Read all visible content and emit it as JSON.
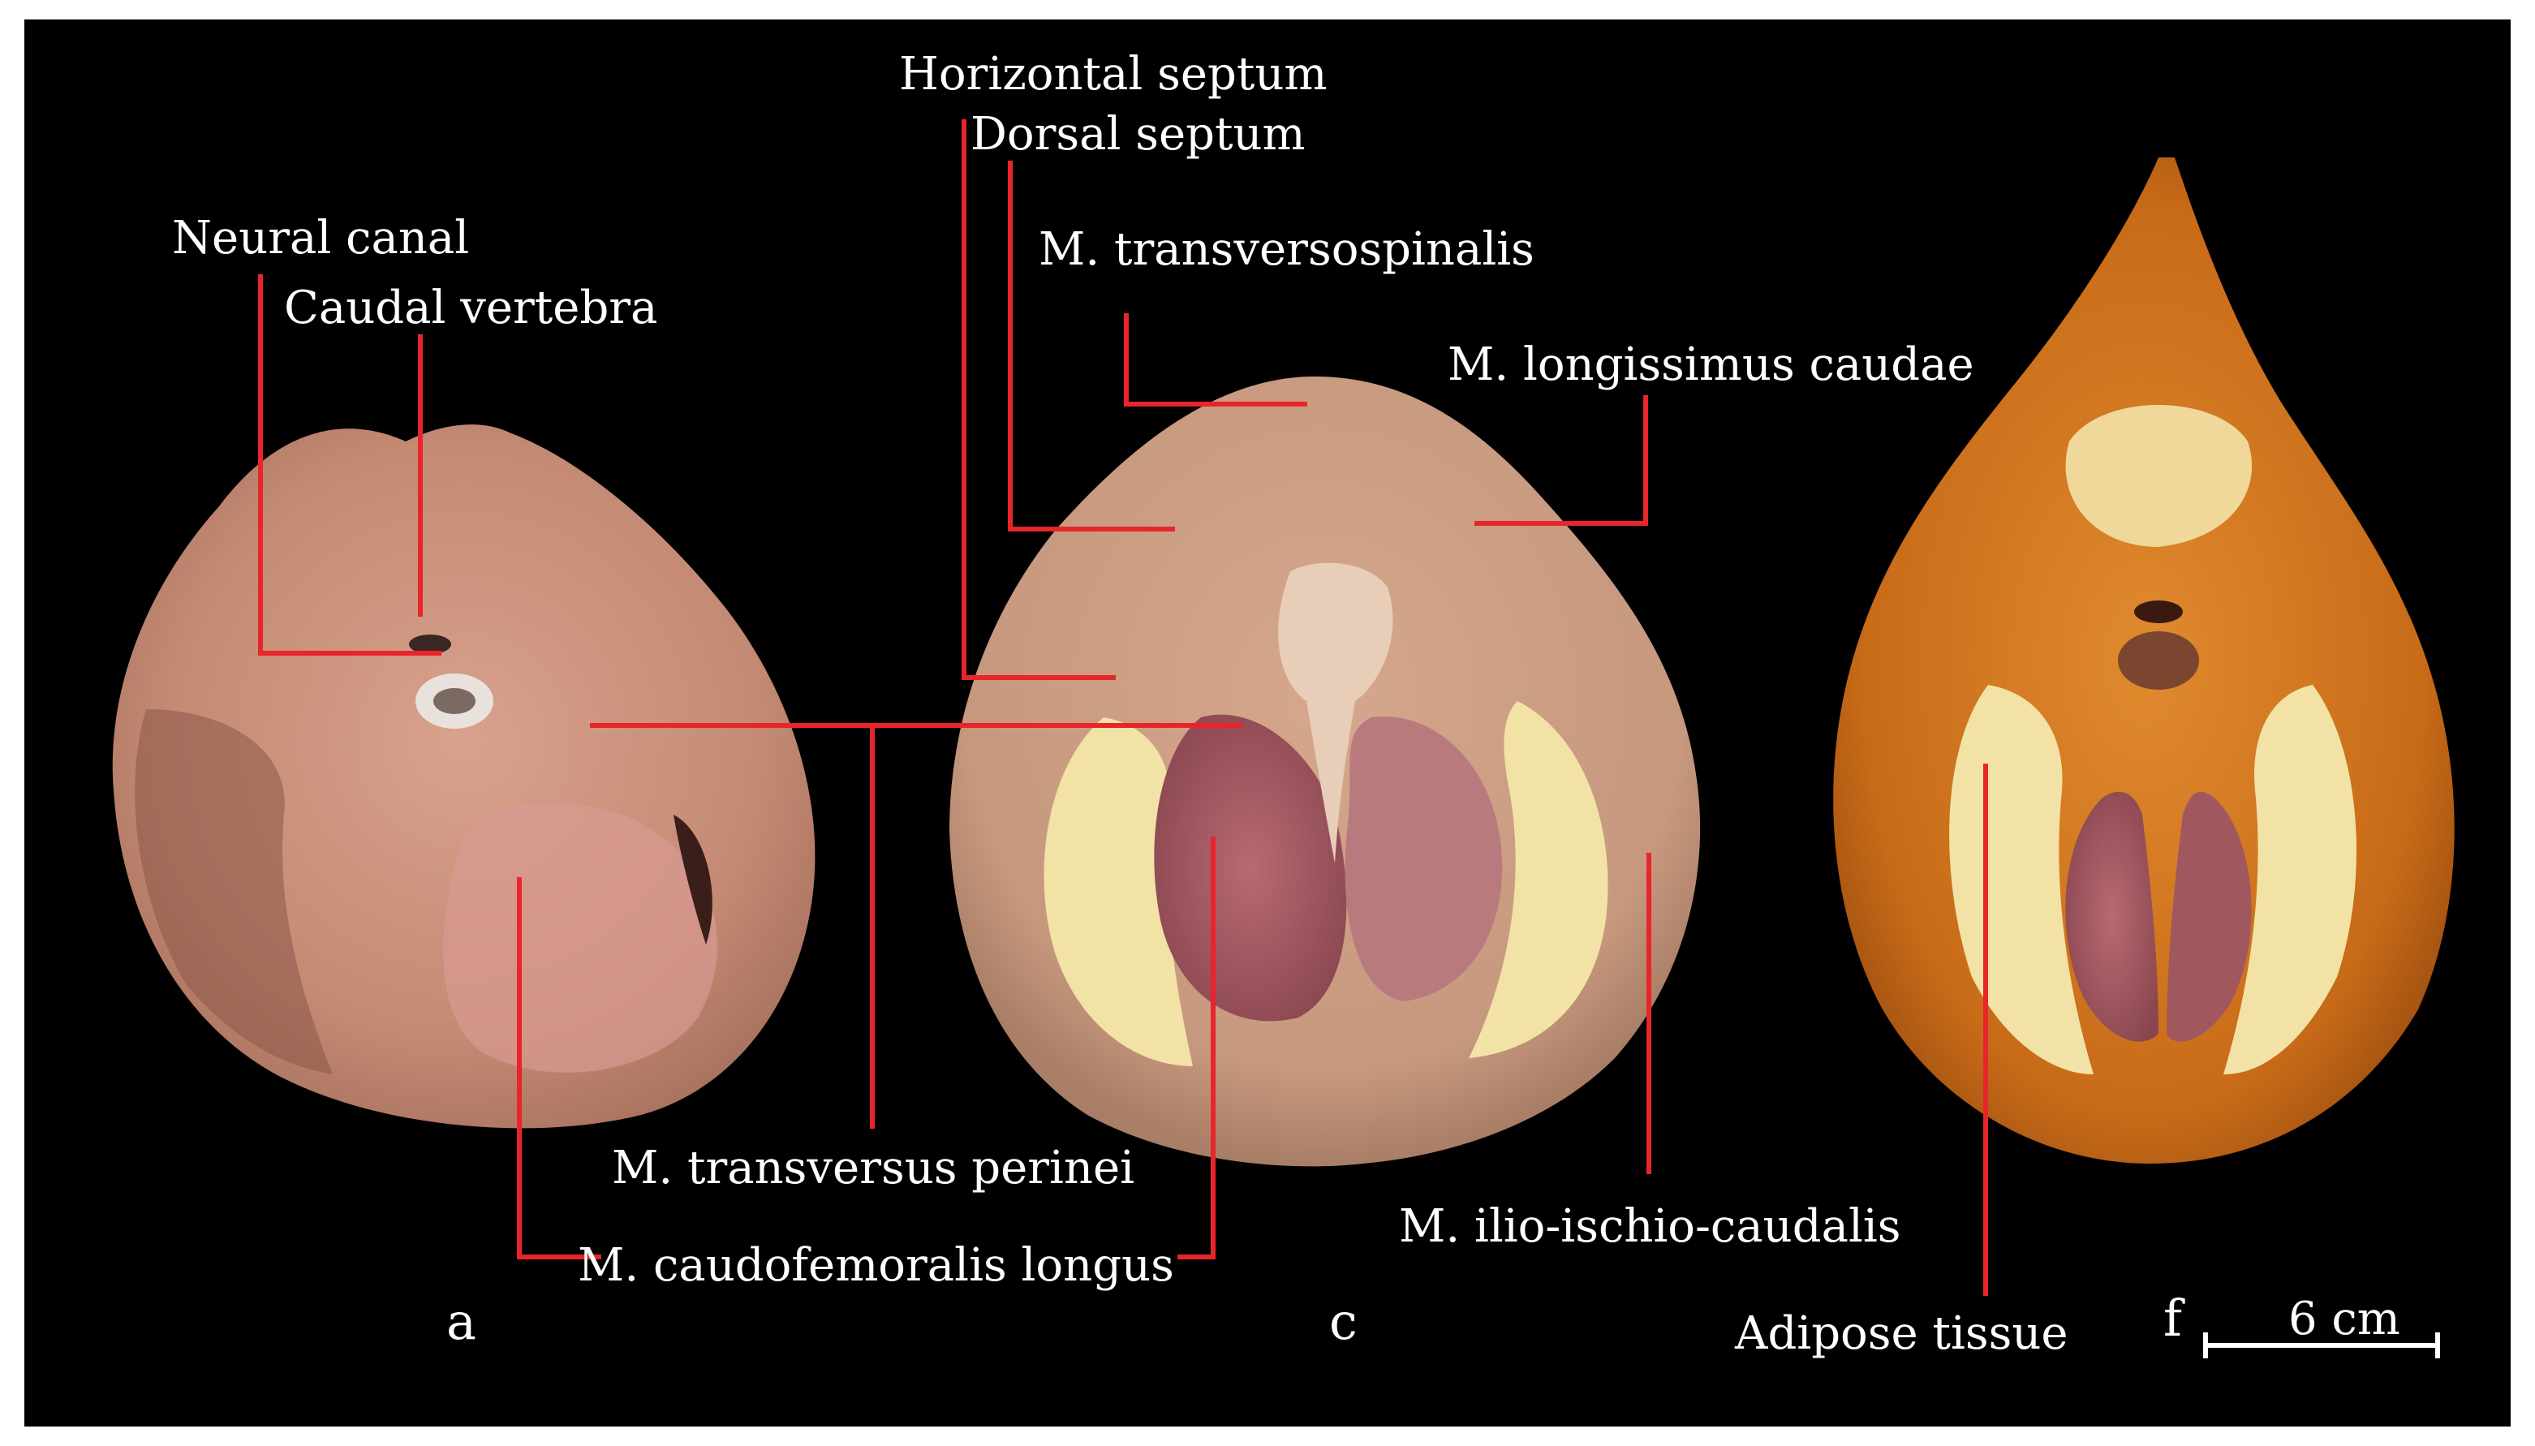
{
  "colors": {
    "background": "#000000",
    "leader_line": "#e8252b",
    "label_text": "#ffffff",
    "specimen_a": "#c8907a",
    "specimen_c": "#c99a80",
    "specimen_f": "#c8701c",
    "adipose": "#f2e2a6",
    "muscle_dark": "#9c5058"
  },
  "labels": {
    "horizontal_septum": "Horizontal septum",
    "dorsal_septum": "Dorsal septum",
    "neural_canal": "Neural canal",
    "caudal_vertebra": "Caudal vertebra",
    "transversospinalis": "M. transversospinalis",
    "longissimus_caudae": "M. longissimus caudae",
    "transversus_perinei": "M. transversus perinei",
    "caudofemoralis_longus": "M. caudofemoralis longus",
    "ilio_ischio_caudalis": "M. ilio-ischio-caudalis",
    "adipose_tissue": "Adipose tissue"
  },
  "panels": [
    "a",
    "c",
    "f"
  ],
  "scale_bar": {
    "label": "6 cm"
  }
}
